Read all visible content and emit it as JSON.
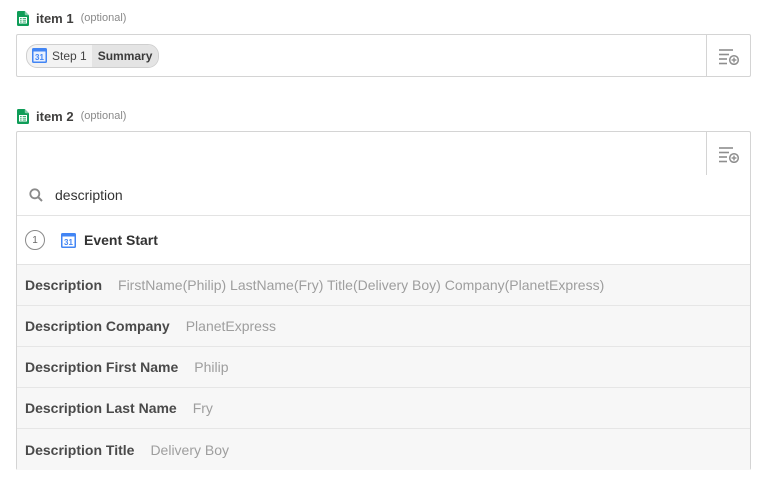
{
  "fields": [
    {
      "label": "item 1",
      "optional": "(optional)",
      "token": {
        "step": "Step 1",
        "field": "Summary"
      }
    },
    {
      "label": "item 2",
      "optional": "(optional)"
    }
  ],
  "dropdown": {
    "search_value": "description",
    "step": {
      "number": "1",
      "title": "Event Start"
    },
    "options": [
      {
        "key": "Description",
        "value": "FirstName(Philip) LastName(Fry) Title(Delivery Boy) Company(PlanetExpress)"
      },
      {
        "key": "Description Company",
        "value": "PlanetExpress"
      },
      {
        "key": "Description First Name",
        "value": "Philip"
      },
      {
        "key": "Description Last Name",
        "value": "Fry"
      },
      {
        "key": "Description Title",
        "value": "Delivery Boy"
      }
    ]
  },
  "icons": {
    "sheets": "google-sheets-icon",
    "calendar": "google-calendar-icon",
    "insert": "insert-data-icon",
    "search": "search-icon"
  },
  "colors": {
    "sheets_green": "#0f9d58",
    "calendar_blue": "#4285f4",
    "border": "#d4d4d4",
    "option_bg": "#f7f7f7"
  }
}
